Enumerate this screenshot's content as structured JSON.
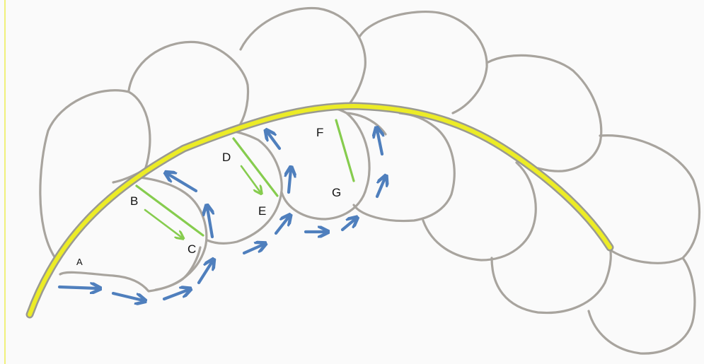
{
  "labels": {
    "A": "A",
    "B": "B",
    "C": "C",
    "D": "D",
    "E": "E",
    "F": "F",
    "G": "G"
  },
  "colors": {
    "background": "#fafafa",
    "lobe_outline": "#a8a49e",
    "spine": "#ecec26",
    "spine_edge": "#9a9a90",
    "green_line": "#86cc4e",
    "blue_arrow": "#4f7fbd",
    "left_edge": "#f0f07a"
  },
  "icons": {
    "flow_arrow": "blue-arrow-icon",
    "green_arrow": "green-arrow-icon"
  }
}
